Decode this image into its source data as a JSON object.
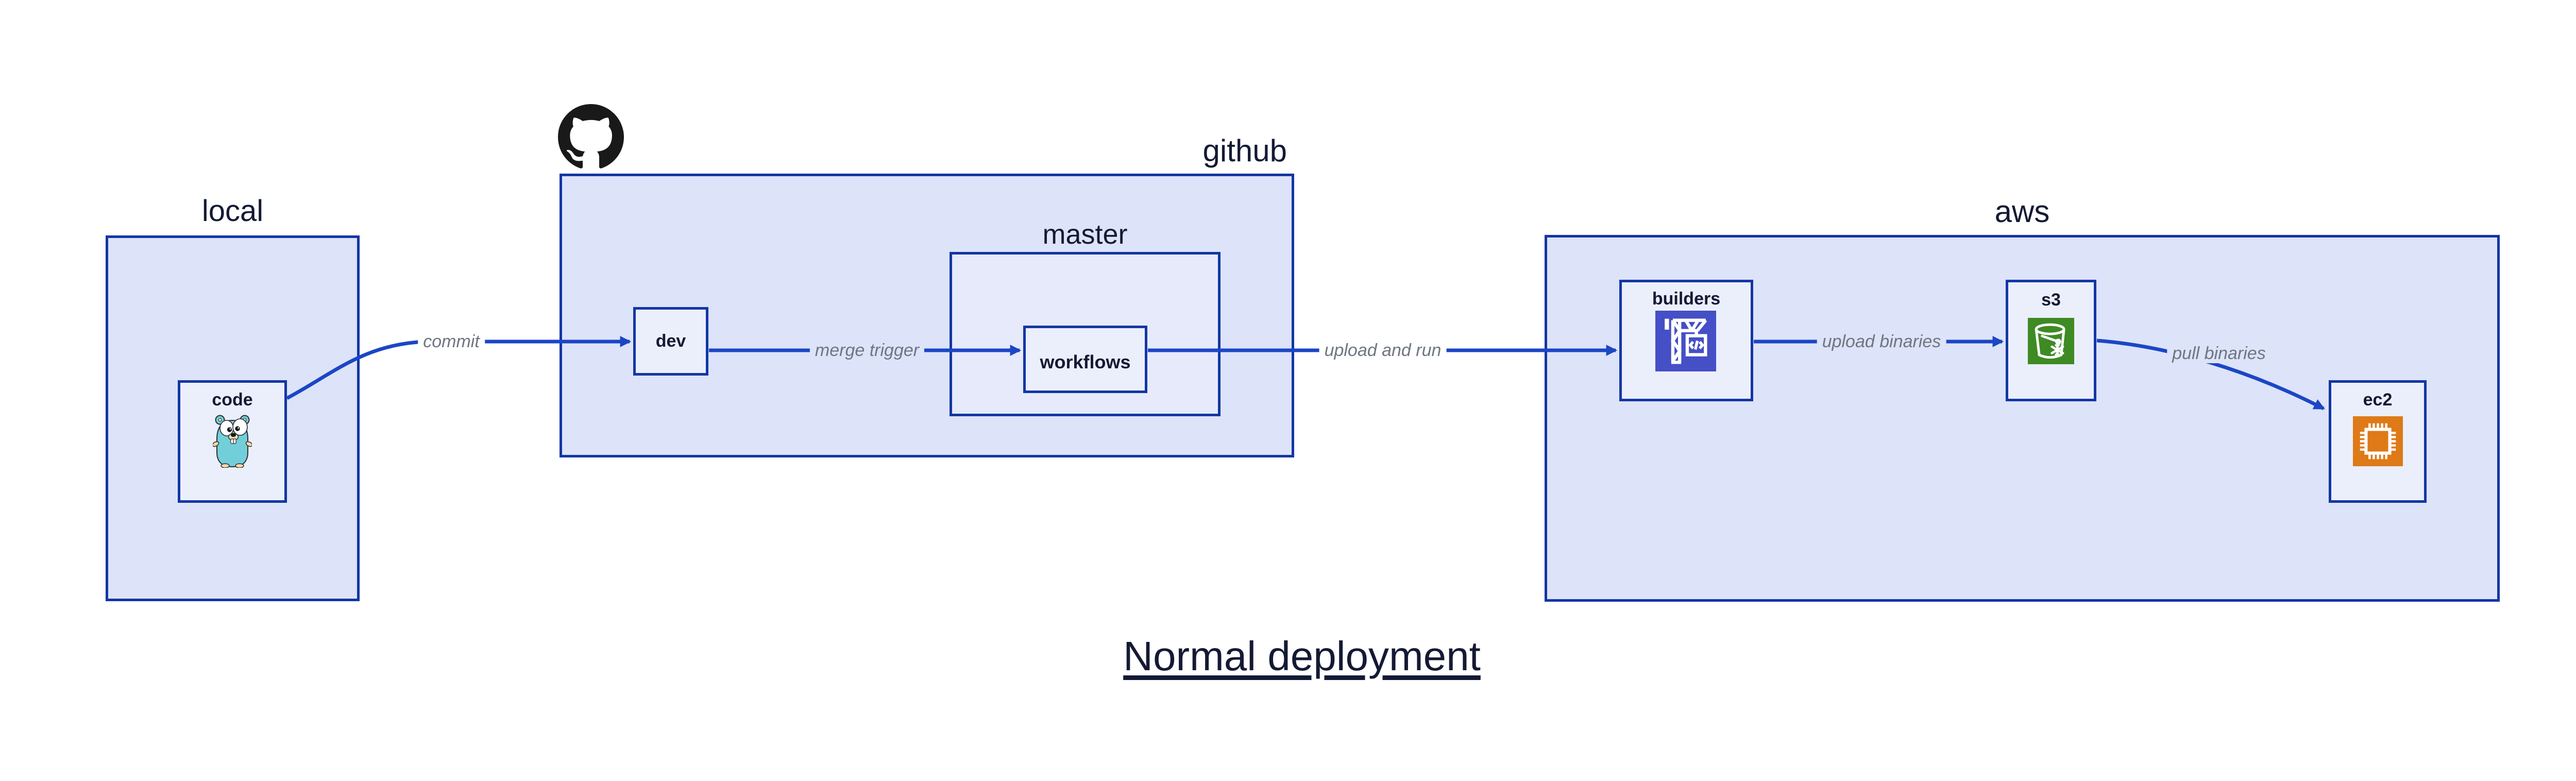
{
  "diagram_title": "Normal deployment",
  "groups": {
    "local": {
      "label": "local"
    },
    "github": {
      "label": "github",
      "logo": "github-octocat-logo"
    },
    "master": {
      "label": "master"
    },
    "aws": {
      "label": "aws"
    }
  },
  "nodes": {
    "code": {
      "label": "code",
      "icon": "go-gopher-icon"
    },
    "dev": {
      "label": "dev"
    },
    "workflows": {
      "label": "workflows"
    },
    "builders": {
      "label": "builders",
      "icon": "crane-codebuild-icon",
      "icon_bg": "#454fc6"
    },
    "s3": {
      "label": "s3",
      "icon": "bucket-snowflake-icon",
      "icon_bg": "#3e8a24"
    },
    "ec2": {
      "label": "ec2",
      "icon": "cpu-chip-icon",
      "icon_bg": "#de7a17"
    }
  },
  "edges": [
    {
      "from": "code",
      "to": "dev",
      "label": "commit"
    },
    {
      "from": "dev",
      "to": "workflows",
      "label": "merge trigger"
    },
    {
      "from": "workflows",
      "to": "builders",
      "label": "upload and run"
    },
    {
      "from": "builders",
      "to": "s3",
      "label": "upload binaries"
    },
    {
      "from": "s3",
      "to": "ec2",
      "label": "pull binaries"
    }
  ],
  "colors": {
    "canvas_bg": "#ffffff",
    "group_fill": "#dde3f8",
    "master_fill": "#e6eafa",
    "node_fill": "#ebeffc",
    "box_border": "#1236a4",
    "arrow_blue": "#1b46c6",
    "edge_label_gray": "#6f7681",
    "text_navy": "#141a34",
    "github_logo_black": "#191919",
    "gopher_teal": "#72cfda"
  }
}
